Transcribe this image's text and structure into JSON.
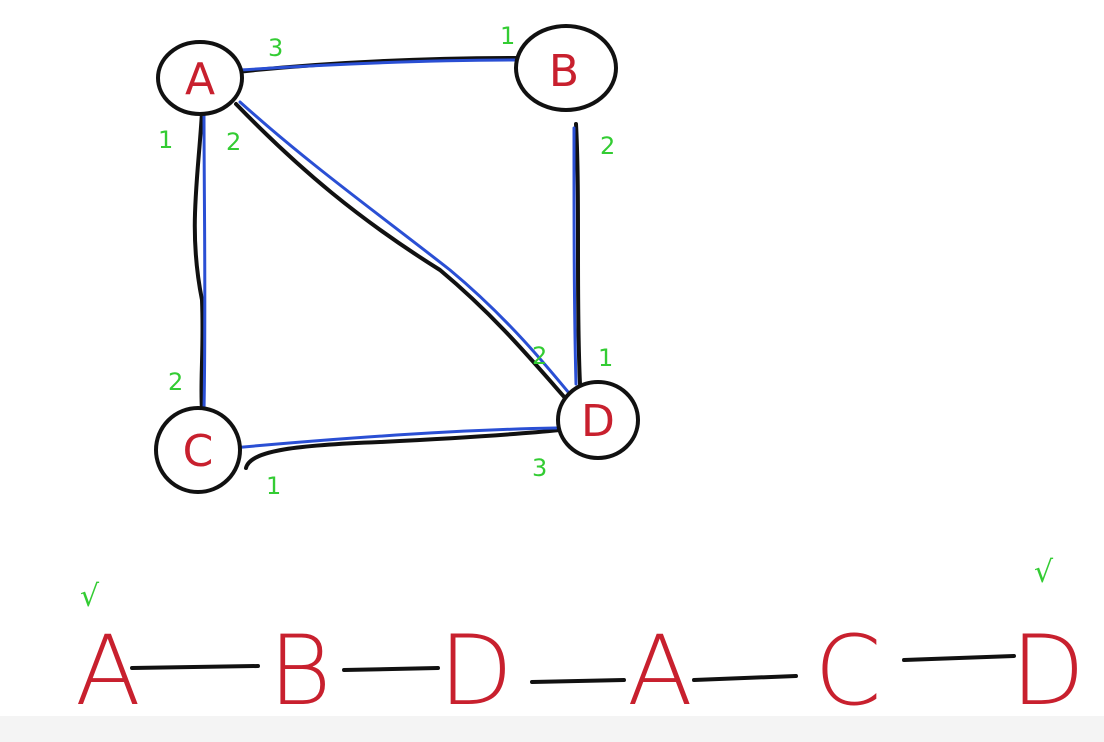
{
  "graph": {
    "nodes": [
      {
        "id": "A",
        "label": "A"
      },
      {
        "id": "B",
        "label": "B"
      },
      {
        "id": "C",
        "label": "C"
      },
      {
        "id": "D",
        "label": "D"
      }
    ],
    "edges": [
      {
        "from": "A",
        "to": "B",
        "from_port": "3",
        "to_port": "1"
      },
      {
        "from": "A",
        "to": "C",
        "from_port": "1",
        "to_port": "2"
      },
      {
        "from": "A",
        "to": "D",
        "from_port": "2",
        "to_port": "2"
      },
      {
        "from": "B",
        "to": "D",
        "from_port": "2",
        "to_port": "1"
      },
      {
        "from": "C",
        "to": "D",
        "from_port": "1",
        "to_port": "3"
      }
    ]
  },
  "sequence": {
    "items": [
      "A",
      "B",
      "D",
      "A",
      "C",
      "D"
    ],
    "checks": [
      "√",
      "√"
    ]
  },
  "colors": {
    "node_label": "#c8202e",
    "port_label": "#33cc33",
    "edge_black": "#111111",
    "edge_blue": "#2a4fd4"
  }
}
